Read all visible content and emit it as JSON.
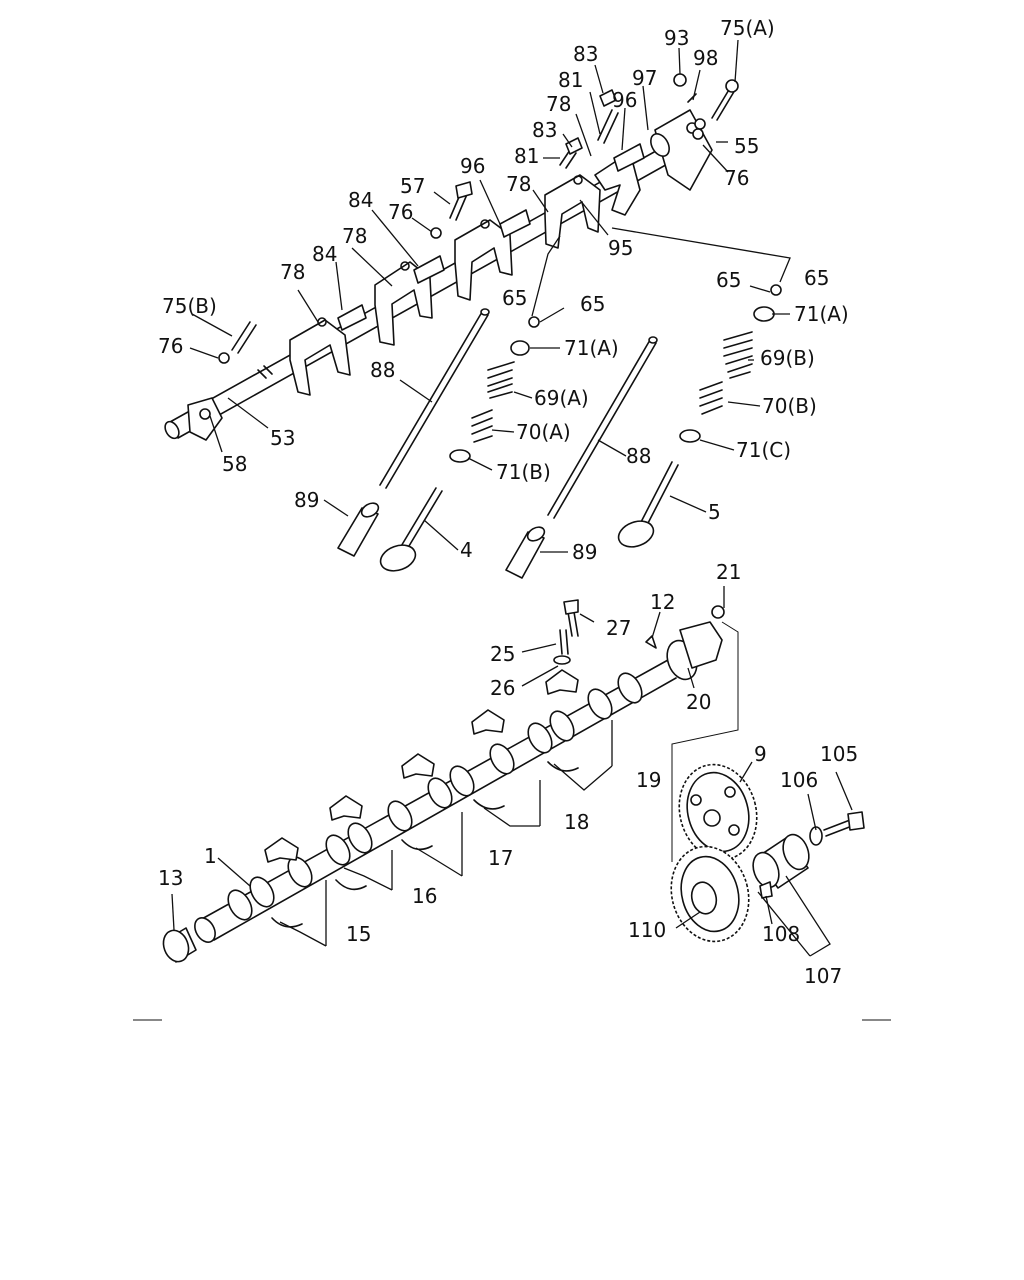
{
  "labels": {
    "p75A_top": "75(A)",
    "p93": "93",
    "p98": "98",
    "p83_top": "83",
    "p97": "97",
    "p81_top": "81",
    "p96_top": "96",
    "p78_top": "78",
    "p55": "55",
    "p83_mid": "83",
    "p76_right": "76",
    "p81_mid": "81",
    "p57": "57",
    "p96_mid": "96",
    "p78_mid": "78",
    "p84_upper": "84",
    "p76_mid": "76",
    "p95": "95",
    "p65_r1": "65",
    "p65_r2": "65",
    "p78_left": "78",
    "p84_lower": "84",
    "p71A_right": "71(A)",
    "p78_far": "78",
    "p65_m1": "65",
    "p65_m2": "65",
    "p75B": "75(B)",
    "p69B": "69(B)",
    "p71A_mid": "71(A)",
    "p76_left": "76",
    "p88_left": "88",
    "p69A": "69(A)",
    "p70B": "70(B)",
    "p70A": "70(A)",
    "p53": "53",
    "p71C": "71(C)",
    "p88_right": "88",
    "p58": "58",
    "p71B": "71(B)",
    "p5": "5",
    "p89_left": "89",
    "p4": "4",
    "p89_right": "89",
    "p21": "21",
    "p12": "12",
    "p27": "27",
    "p25": "25",
    "p26": "26",
    "p20": "20",
    "p9": "9",
    "p105": "105",
    "p19": "19",
    "p106": "106",
    "p18": "18",
    "p17": "17",
    "p1": "1",
    "p16": "16",
    "p13": "13",
    "p110": "110",
    "p108": "108",
    "p15": "15",
    "p107": "107"
  }
}
